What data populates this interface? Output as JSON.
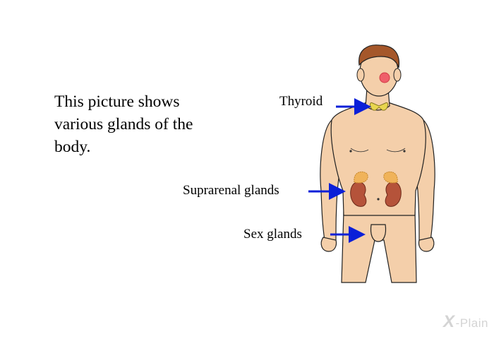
{
  "caption": "This picture shows various glands of the body.",
  "labels": {
    "thyroid": "Thyroid",
    "suprarenal": "Suprarenal glands",
    "sex": "Sex glands"
  },
  "brand": {
    "mark": "X",
    "text": "-Plain"
  },
  "colors": {
    "arrow": "#0a1fd8",
    "skin": "#f4cfaa",
    "hair": "#a5572a",
    "kidney": "#b5533a",
    "gland": "#f0b35a",
    "thyroid": "#e8d64f",
    "head_marker": "#ef5f6a"
  }
}
